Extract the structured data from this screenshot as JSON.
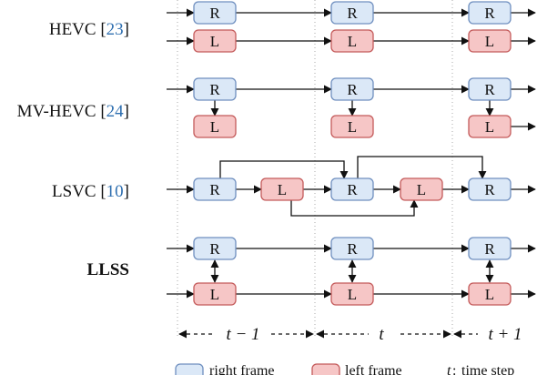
{
  "rows": [
    {
      "name": "HEVC",
      "ref": "23"
    },
    {
      "name": "MV-HEVC",
      "ref": "24"
    },
    {
      "name": "LSVC",
      "ref": "10"
    },
    {
      "name": "LLSS",
      "ref": ""
    }
  ],
  "box_labels": {
    "right": "R",
    "left": "L"
  },
  "time_labels": [
    "t − 1",
    "t",
    "t + 1"
  ],
  "legend": {
    "right_frame": "right frame",
    "left_frame": "left frame",
    "time_symbol": "t",
    "time_step": "time step"
  },
  "colors": {
    "right_fill": "#dbe8f7",
    "right_stroke": "#6f8fbf",
    "left_fill": "#f6c6c6",
    "left_stroke": "#c45a5a",
    "ref": "#2f6fb0"
  }
}
